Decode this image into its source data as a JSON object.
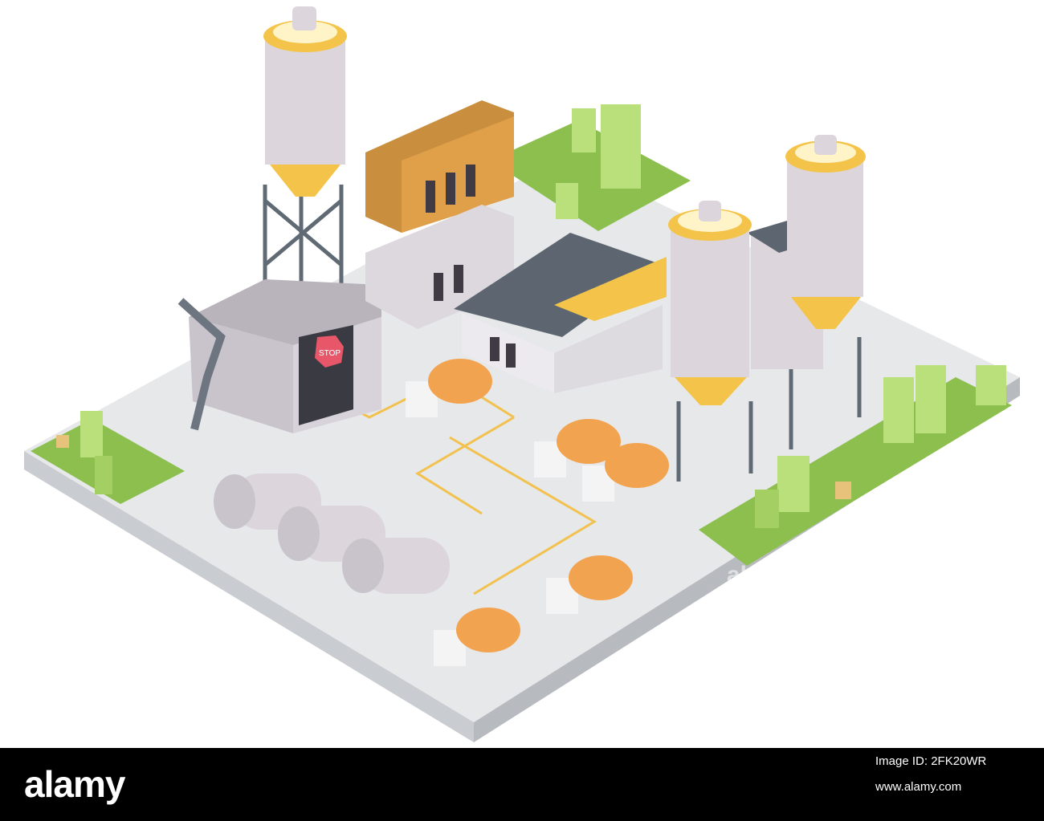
{
  "colors": {
    "ground": "#e6e8ea",
    "ground_side": "#c9ccd0",
    "grass": "#8cbf4e",
    "tree": "#b9e07a",
    "silo_body": "#dcd6dc",
    "silo_cap": "#f4c44a",
    "roof": "#5d6670",
    "mixer": "#f2a34f",
    "footer": "#000000"
  },
  "scene": {
    "stop_sign_text": "STOP",
    "watermark": "alamy"
  },
  "footer": {
    "logo": "alamy",
    "image_id": "Image ID: 2FK20WR",
    "site": "www.alamy.com"
  }
}
